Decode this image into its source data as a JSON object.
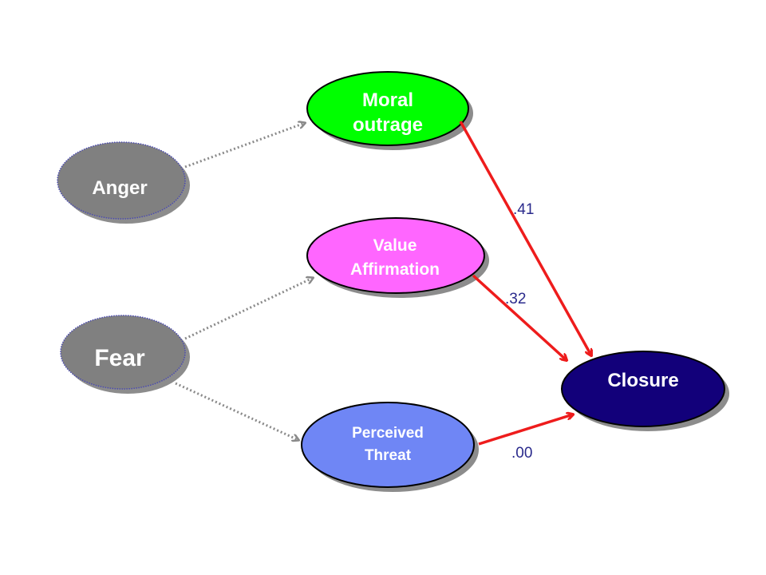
{
  "nodes": {
    "anger": {
      "label": "Anger",
      "fill": "#808080",
      "text_color": "#d8d8d8"
    },
    "fear": {
      "label": "Fear",
      "fill": "#808080",
      "text_color": "#d8d8d8"
    },
    "moral_outrage": {
      "line1": "Moral",
      "line2": "outrage",
      "fill": "#00ff00",
      "text_color": "#ffffff"
    },
    "value_affirmation": {
      "line1": "Value",
      "line2": "Affirmation",
      "fill": "#ff66ff",
      "text_color": "#ffffff"
    },
    "perceived_threat": {
      "line1": "Perceived",
      "line2": "Threat",
      "fill": "#6f86f5",
      "text_color": "#ffffff"
    },
    "closure": {
      "label": "Closure",
      "fill": "#12007a",
      "text_color": "#8e8eb8"
    }
  },
  "paths": {
    "moral_to_closure": ".41",
    "value_to_closure": ".32",
    "threat_to_closure": ".00"
  },
  "colors": {
    "solid_arrow": "#ee1c1c",
    "dotted_arrow": "#8a8a8a",
    "node_outline": "#000000",
    "shadow": "#8c8c8c",
    "coefficient_text": "#2a2a8c"
  }
}
